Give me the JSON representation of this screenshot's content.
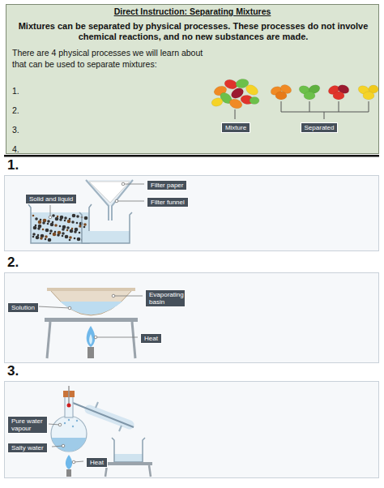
{
  "diagram": {
    "title": "Direct Instruction: Separating Mixtures",
    "nodes": [
      {
        "text": [
          "Mixtures can be separated by physical processes. These processes do not involve chemical reactions, and no new substances are made.",
          "There are 4 physical processes we will learn about that can be used to separate mixtures:",
          "1.",
          "2.",
          "3.",
          "4."
        ]
      },
      {
        "text": [
          "Mixture"
        ],
        "in": 0
      },
      {
        "text": [
          "Separated"
        ],
        "in": 0
      },
      {
        "text": [
          "1."
        ]
      },
      {
        "text": [
          "Solid and liquid"
        ],
        "in": 3
      },
      {
        "text": [
          "Filter paper"
        ],
        "in": 3
      },
      {
        "text": [
          "Filter funnel"
        ],
        "in": 3
      },
      {
        "text": [
          "2."
        ]
      },
      {
        "text": [
          "Evaporating basin"
        ],
        "in": 7
      },
      {
        "text": [
          "Solution"
        ],
        "in": 7
      },
      {
        "text": [
          "Heat"
        ],
        "in": 7
      },
      {
        "text": [
          "3."
        ]
      },
      {
        "text": [
          "Pure water vapour"
        ],
        "in": 11
      },
      {
        "text": [
          "Salty water"
        ],
        "in": 11
      },
      {
        "text": [
          "Heat"
        ],
        "in": 11
      }
    ]
  }
}
